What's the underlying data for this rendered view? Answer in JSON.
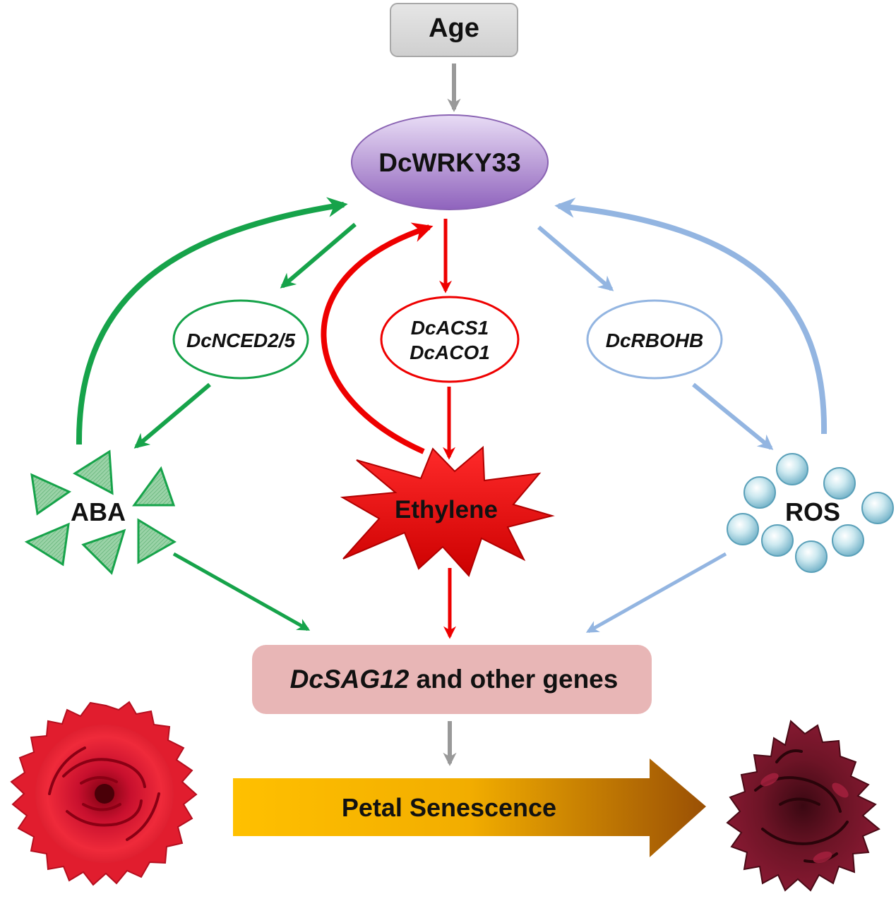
{
  "nodes": {
    "age": "Age",
    "tf": "DcWRKY33",
    "nced": "DcNCED2/5",
    "acs": "DcACS1",
    "aco": "DcACO1",
    "rboh": "DcRBOHB",
    "aba": "ABA",
    "ethylene": "Ethylene",
    "ros": "ROS",
    "target_gene": "DcSAG12",
    "target_rest": " and other genes",
    "outcome": "Petal Senescence"
  },
  "colors": {
    "aba_path": "#16a34a",
    "ethylene_path": "#ee0000",
    "ros_path": "#93b5e1",
    "neutral_arrow": "#999999",
    "tf_fill": "#b89ad6",
    "target_box": "#e8b6b6",
    "age_box": "#d9d9d9",
    "outcome_start": "#ffc000",
    "outcome_end": "#9a5005"
  },
  "icons": {
    "fresh_flower": "red-carnation-icon",
    "senescent_flower": "wilted-carnation-icon",
    "aba_molecule": "triangle-icon",
    "ros_molecule": "bubble-icon",
    "ethylene_burst": "starburst-icon"
  }
}
